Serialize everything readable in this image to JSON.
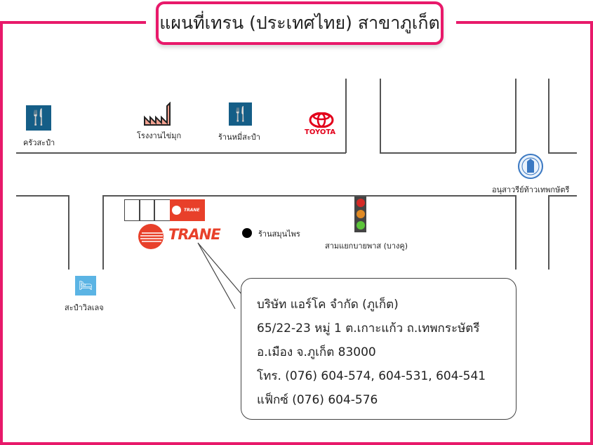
{
  "title": "แผนที่เทรน (ประเทศไทย) สาขาภูเก็ต",
  "landmarks": {
    "restaurant1": "ครัวสะปำ",
    "factory": "โรงงานไข่มุก",
    "restaurant2": "ร้านหมี่สะปำ",
    "toyota": "TOYOTA",
    "monument": "อนุสาวรีย์ท้าวเทพกษัตรี",
    "herb_shop": "ร้านสมุนไพร",
    "intersection": "สามแยกบายพาส (บางคู)",
    "hotel": "สะปำวิลเลจ",
    "trane_logo": "TRANE"
  },
  "address": {
    "company": "บริษัท แอร์โค จำกัด (ภูเก็ต)",
    "line1": "65/22-23 หมู่ 1 ต.เกาะแก้ว ถ.เทพกระษัตรี",
    "line2": "อ.เมือง จ.ภูเก็ต 83000",
    "phone": "โทร. (076) 604-574, 604-531, 604-541",
    "fax": "แฟ็กซ์ (076) 604-576"
  },
  "colors": {
    "frame": "#e8196a",
    "trane": "#e8402a",
    "food_icon": "#155e87",
    "toyota": "#e3001b"
  }
}
